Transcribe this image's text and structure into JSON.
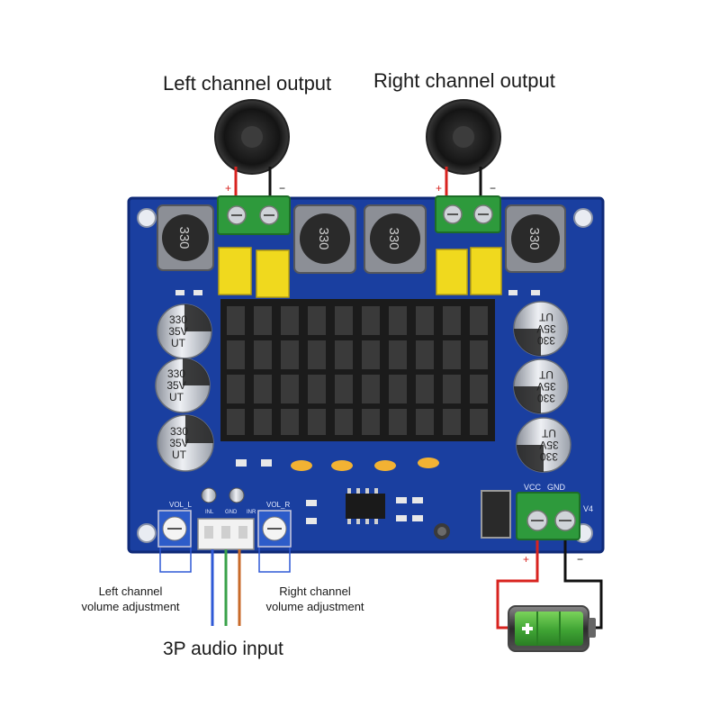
{
  "labels": {
    "left_output": "Left channel output",
    "right_output": "Right channel output",
    "left_volume_line1": "Left channel",
    "left_volume_line2": "volume adjustment",
    "right_volume_line1": "Right channel",
    "right_volume_line2": "volume adjustment",
    "audio_input": "3P audio input"
  },
  "board_markings": {
    "inductor": "330",
    "cap_value": "330",
    "cap_voltage": "35V",
    "cap_unit": "UT",
    "vol_l": "VOL_L",
    "vol_r": "VOL_R",
    "vcc": "VCC",
    "gnd": "GND",
    "inl": "INL",
    "inr": "INR",
    "gnd_in": "GND",
    "v4": "V4"
  },
  "terminals": {
    "plus": "+",
    "minus": "−"
  },
  "colors": {
    "board": "#1a3fa0",
    "board_edge": "#0f2a78",
    "terminal": "#2e9a3c",
    "heatsink": "#1b1b1b",
    "wire_red": "#d8231f",
    "wire_black": "#111111",
    "wire_blue": "#2f59d6",
    "wire_green": "#3aa24a",
    "wire_orange": "#c86a2a",
    "battery_green": "#49b83c"
  }
}
